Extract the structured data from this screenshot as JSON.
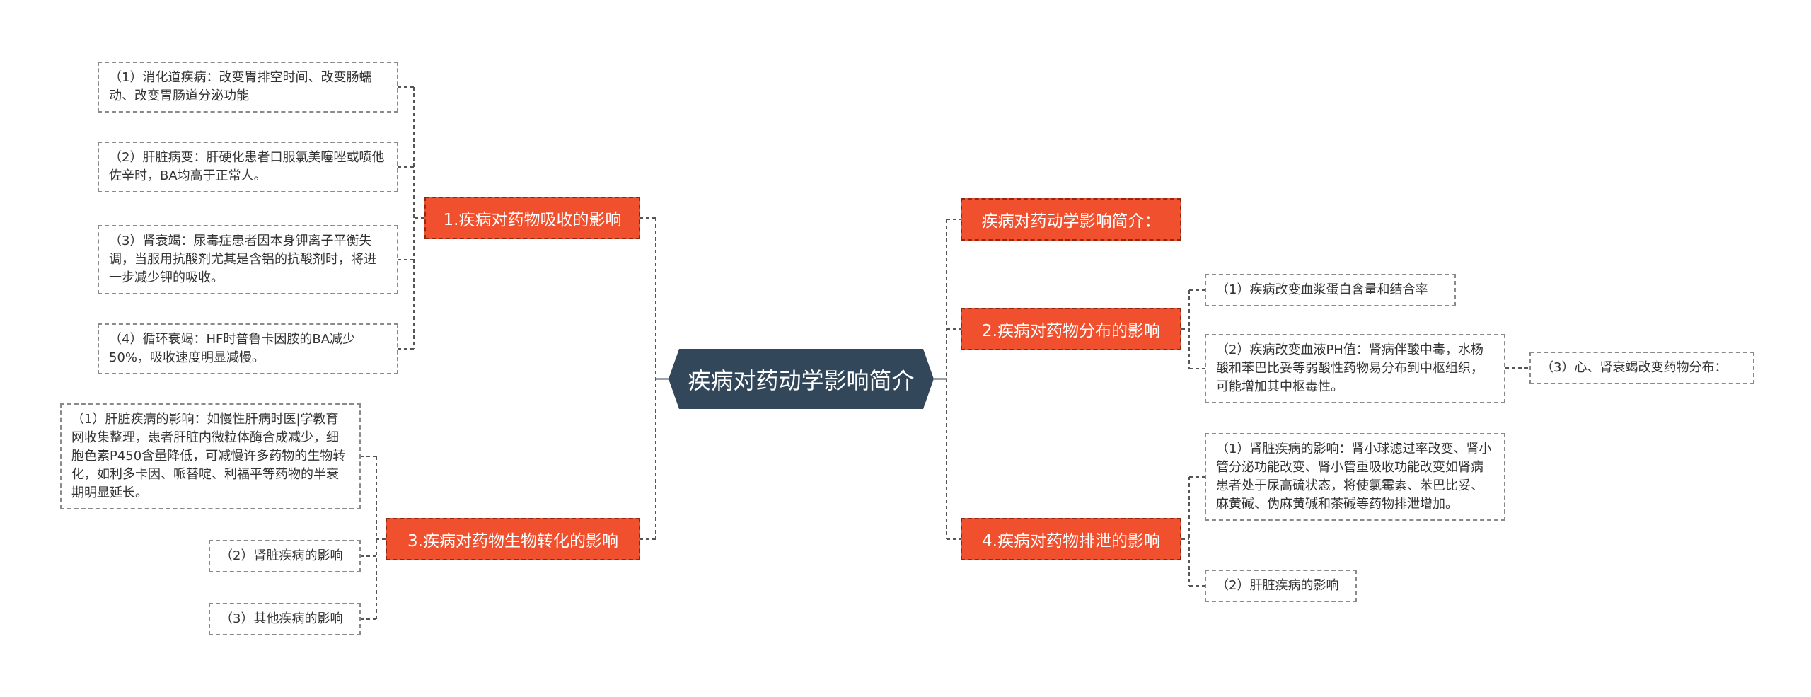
{
  "root": {
    "label": "疾病对药动学影响简介"
  },
  "branches": {
    "absorption": {
      "label": "1.疾病对药物吸收的影响",
      "items": [
        "（1）消化道疾病：改变胃排空时间、改变肠蠕动、改变胃肠道分泌功能",
        "（2）肝脏病变：肝硬化患者口服氯美噻唑或喷他佐辛时，BA均高于正常人。",
        "（3）肾衰竭：尿毒症患者因本身钾离子平衡失调，当服用抗酸剂尤其是含铝的抗酸剂时，将进一步减少钾的吸收。",
        "（4）循环衰竭：HF时普鲁卡因胺的BA减少50%，吸收速度明显减慢。"
      ]
    },
    "biotransformation": {
      "label": "3.疾病对药物生物转化的影响",
      "items": [
        "（1）肝脏疾病的影响：如慢性肝病时医|学教育网收集整理，患者肝脏内微粒体酶合成减少，细胞色素P450含量降低，可减慢许多药物的生物转化，如利多卡因、哌替啶、利福平等药物的半衰期明显延长。",
        "（2）肾脏疾病的影响",
        "（3）其他疾病的影响"
      ]
    },
    "intro": {
      "label": "疾病对药动学影响简介："
    },
    "distribution": {
      "label": "2.疾病对药物分布的影响",
      "items": [
        "（1）疾病改变血浆蛋白含量和结合率",
        "（2）疾病改变血液PH值：肾病伴酸中毒，水杨酸和苯巴比妥等弱酸性药物易分布到中枢组织，可能增加其中枢毒性。"
      ],
      "sub_item": "（3）心、肾衰竭改变药物分布："
    },
    "excretion": {
      "label": "4.疾病对药物排泄的影响",
      "items": [
        "（1）肾脏疾病的影响：肾小球滤过率改变、肾小管分泌功能改变、肾小管重吸收功能改变如肾病患者处于尿高硫状态，将使氯霉素、苯巴比妥、麻黄碱、伪麻黄碱和茶碱等药物排泄增加。",
        "（2）肝脏疾病的影响"
      ]
    }
  },
  "colors": {
    "root_fill": "#33475b",
    "branch_fill": "#f1502e",
    "branch_border": "#8b2a17",
    "leaf_border": "#8a8a8a",
    "connector_root": "#33475b",
    "connector": "#555555"
  }
}
